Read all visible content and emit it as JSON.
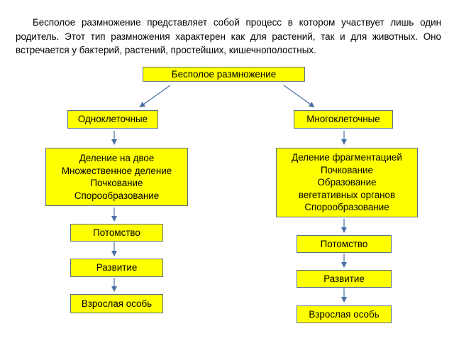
{
  "intro_text": "Бесполое размножение представляет собой процесс в котором участвует лишь один родитель. Этот тип размножения характерен как для растений, так и для животных. Оно встречается у бактерий, растений, простейших, кишечнополостных.",
  "root": "Бесполое размножение",
  "left": {
    "title": "Одноклеточные",
    "methods": [
      "Деление на двое",
      "Множественное деление",
      "Почкование",
      "Спорообразование"
    ],
    "offspring": "Потомство",
    "development": "Развитие",
    "adult": "Взрослая особь"
  },
  "right": {
    "title": "Многоклеточные",
    "methods": [
      "Деление фрагментацией",
      "Почкование",
      "Образование",
      "вегетативных органов",
      "Спорообразование"
    ],
    "offspring": "Потомство",
    "development": "Развитие",
    "adult": "Взрослая особь"
  },
  "colors": {
    "box_fill": "#ffff00",
    "box_border": "#5a6f8a",
    "arrow": "#4a6fa5"
  }
}
